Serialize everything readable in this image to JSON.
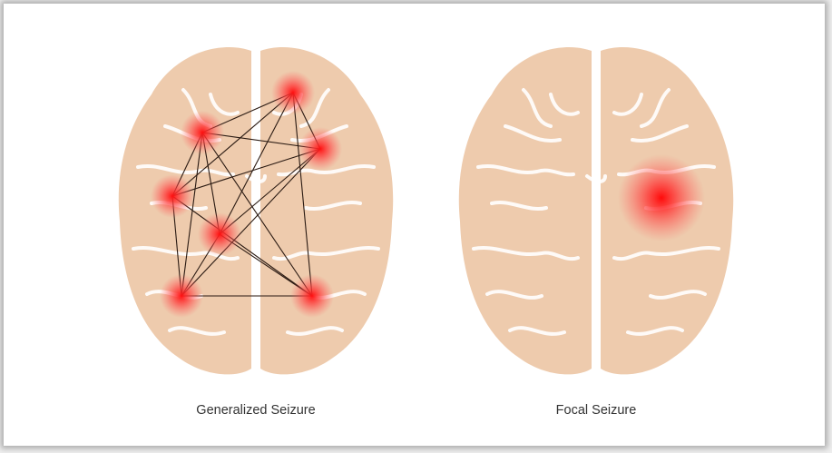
{
  "colors": {
    "brain": "#eecbad",
    "sulci": "#ffffff",
    "hotspot": "#ff0000",
    "network_line": "#2a1a12"
  },
  "panels": [
    {
      "caption": "Generalized Seizure",
      "variant": "generalized"
    },
    {
      "caption": "Focal Seizure",
      "variant": "focal"
    }
  ]
}
